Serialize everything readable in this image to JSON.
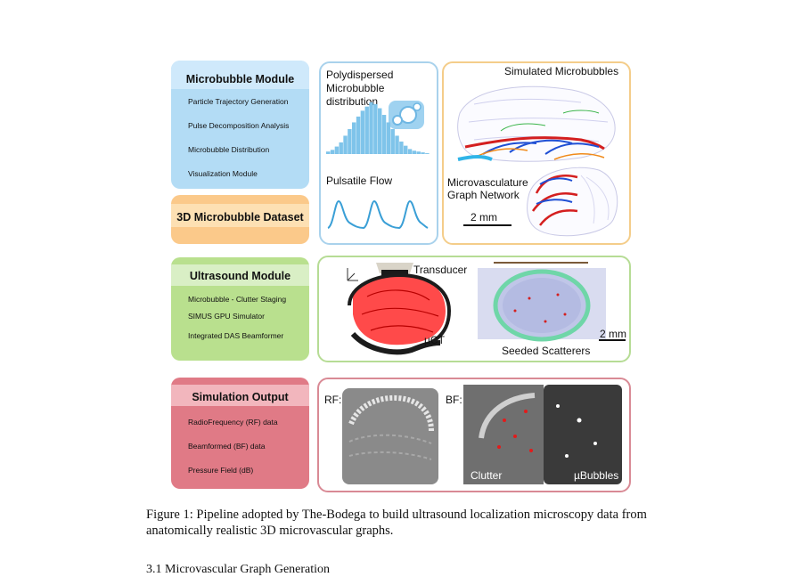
{
  "modules": {
    "microbubble": {
      "title": "Microbubble Module",
      "items": [
        "Particle Trajectory Generation",
        "Pulse Decomposition Analysis",
        "Microbubble Distribution",
        "Visualization Module"
      ]
    },
    "dataset": {
      "title": "3D Microbubble Dataset"
    },
    "ultrasound": {
      "title": "Ultrasound Module",
      "items": [
        "Microbubble - Clutter Staging",
        "SIMUS GPU Simulator",
        "Integrated DAS Beamformer"
      ]
    },
    "output": {
      "title": "Simulation Output",
      "items": [
        "RadioFrequency (RF) data",
        "Beamformed (BF) data",
        "Pressure Field (dB)"
      ]
    }
  },
  "panels": {
    "distribution": {
      "line1": "Polydispersed",
      "line2": "Microbubble",
      "line3": "distribution",
      "histogram": [
        3,
        5,
        9,
        14,
        22,
        30,
        38,
        45,
        52,
        57,
        62,
        60,
        55,
        47,
        38,
        30,
        22,
        15,
        10,
        6,
        4,
        3,
        2,
        1
      ]
    },
    "flow": {
      "label": "Pulsatile Flow"
    },
    "simulated": {
      "title": "Simulated Microbubbles",
      "graph_line1": "Microvasculature",
      "graph_line2": "Graph Network",
      "scale": "2 mm"
    },
    "ultrasound": {
      "transducer": "Transducer",
      "uct": "µCT",
      "scatterers": "Seeded Scatterers",
      "scale": "2 mm"
    },
    "output": {
      "rf": "RF:",
      "bf": "BF:",
      "clutter": "Clutter",
      "ububbles": "µBubbles"
    }
  },
  "colors": {
    "microbubble_head": "#cfe9fb",
    "microbubble_body": "#b3dcf5",
    "dataset_head": "#fde0b3",
    "dataset_body": "#fbc98a",
    "ultrasound_head": "#d9efc5",
    "ultrasound_body": "#b9e08e",
    "output_head": "#f2b6bd",
    "output_body": "#e07a86",
    "panel_blue": "#a9d2ec",
    "panel_orange": "#f4cd8a",
    "panel_green": "#b6dc95",
    "panel_red": "#d98a95",
    "histogram": "#7fc4ea",
    "flow_line": "#3a9fd6",
    "vessel_red": "#d41f1f"
  },
  "caption": "Figure 1:  Pipeline adopted by The-Bodega to build ultrasound localization microscopy data from anatomically realistic 3D microvascular graphs.",
  "next_section": "3.1   Microvascular Graph Generation"
}
